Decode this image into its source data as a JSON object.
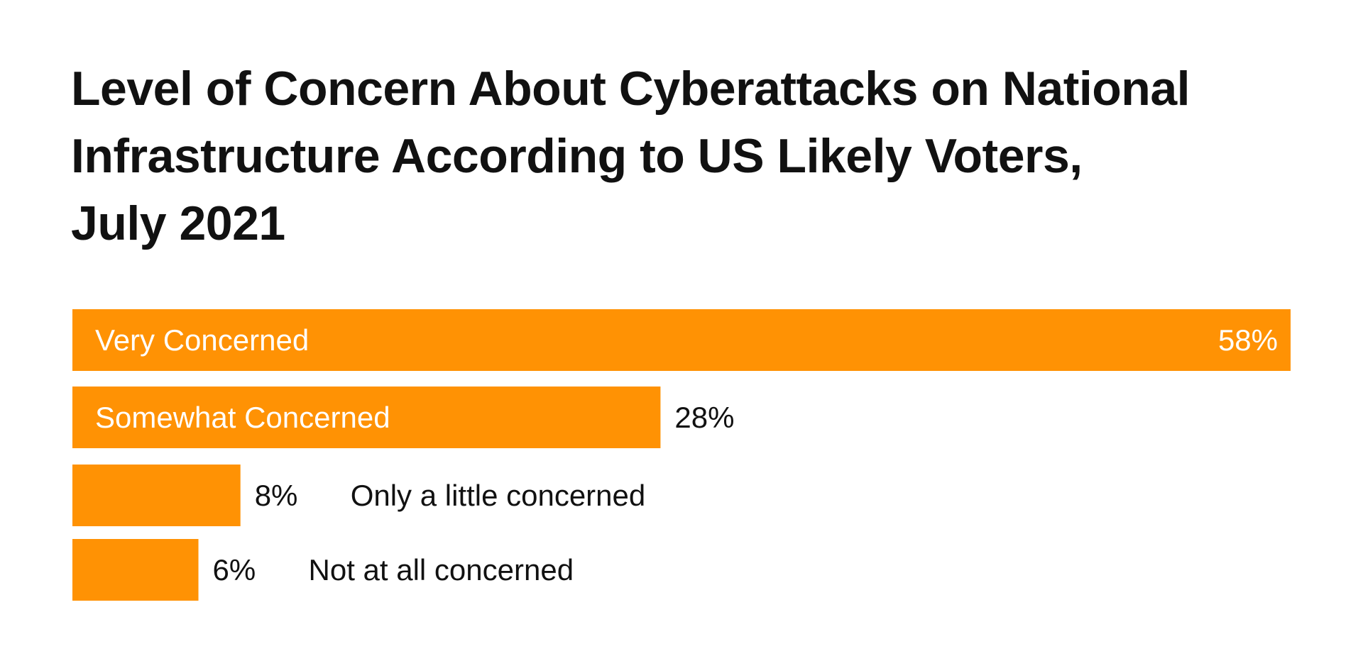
{
  "title_lines": [
    "Level of Concern About Cyberattacks on National",
    "Infrastructure According to US Likely Voters,",
    "July 2021"
  ],
  "colors": {
    "bar": "#FF9204",
    "text": "#111111",
    "inside_text": "#FFFFFF",
    "background": "#FFFFFF"
  },
  "chart_data": {
    "type": "bar",
    "orientation": "horizontal",
    "title": "Level of Concern About Cyberattacks on National Infrastructure According to US Likely Voters, July 2021",
    "categories": [
      "Very Concerned",
      "Somewhat Concerned",
      "Only a little concerned",
      "Not at all concerned"
    ],
    "values": [
      58,
      28,
      8,
      6
    ],
    "value_labels": [
      "58%",
      "28%",
      "8%",
      "6%"
    ],
    "xlim": [
      0,
      58
    ],
    "grid": false,
    "legend": "none",
    "label_placement": [
      "inside",
      "inside",
      "outside",
      "outside"
    ]
  }
}
